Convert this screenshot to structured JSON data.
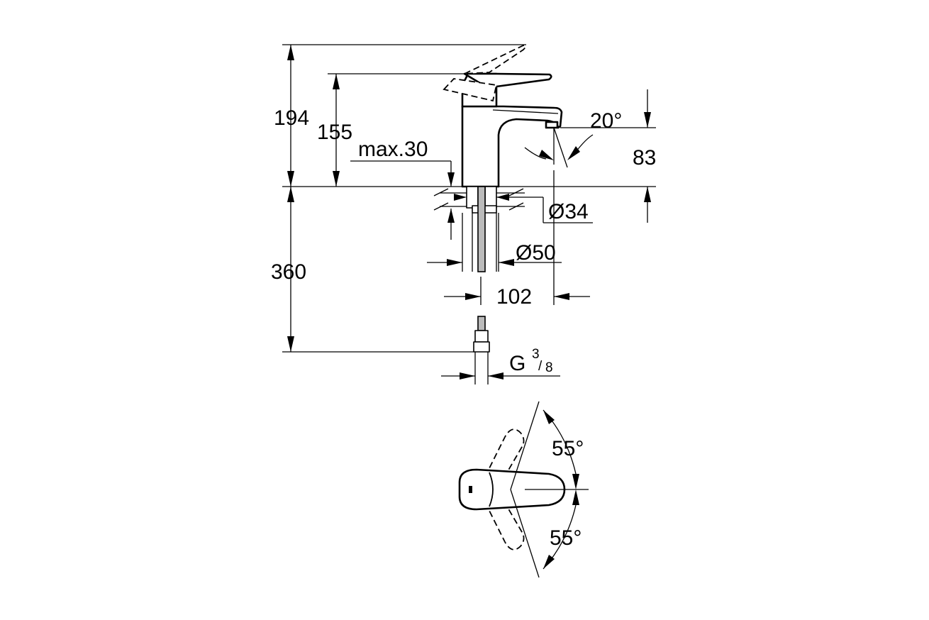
{
  "dimensions": {
    "height_total": "194",
    "height_body": "155",
    "max_thickness": "max.30",
    "spout_angle": "20°",
    "spout_height": "83",
    "hole_diameter": "Ø34",
    "base_diameter": "Ø50",
    "spout_reach": "102",
    "hose_length": "360",
    "thread": {
      "prefix": "G",
      "numerator": "3",
      "denominator": "8"
    },
    "rotation_upper": "55°",
    "rotation_lower": "55°"
  }
}
